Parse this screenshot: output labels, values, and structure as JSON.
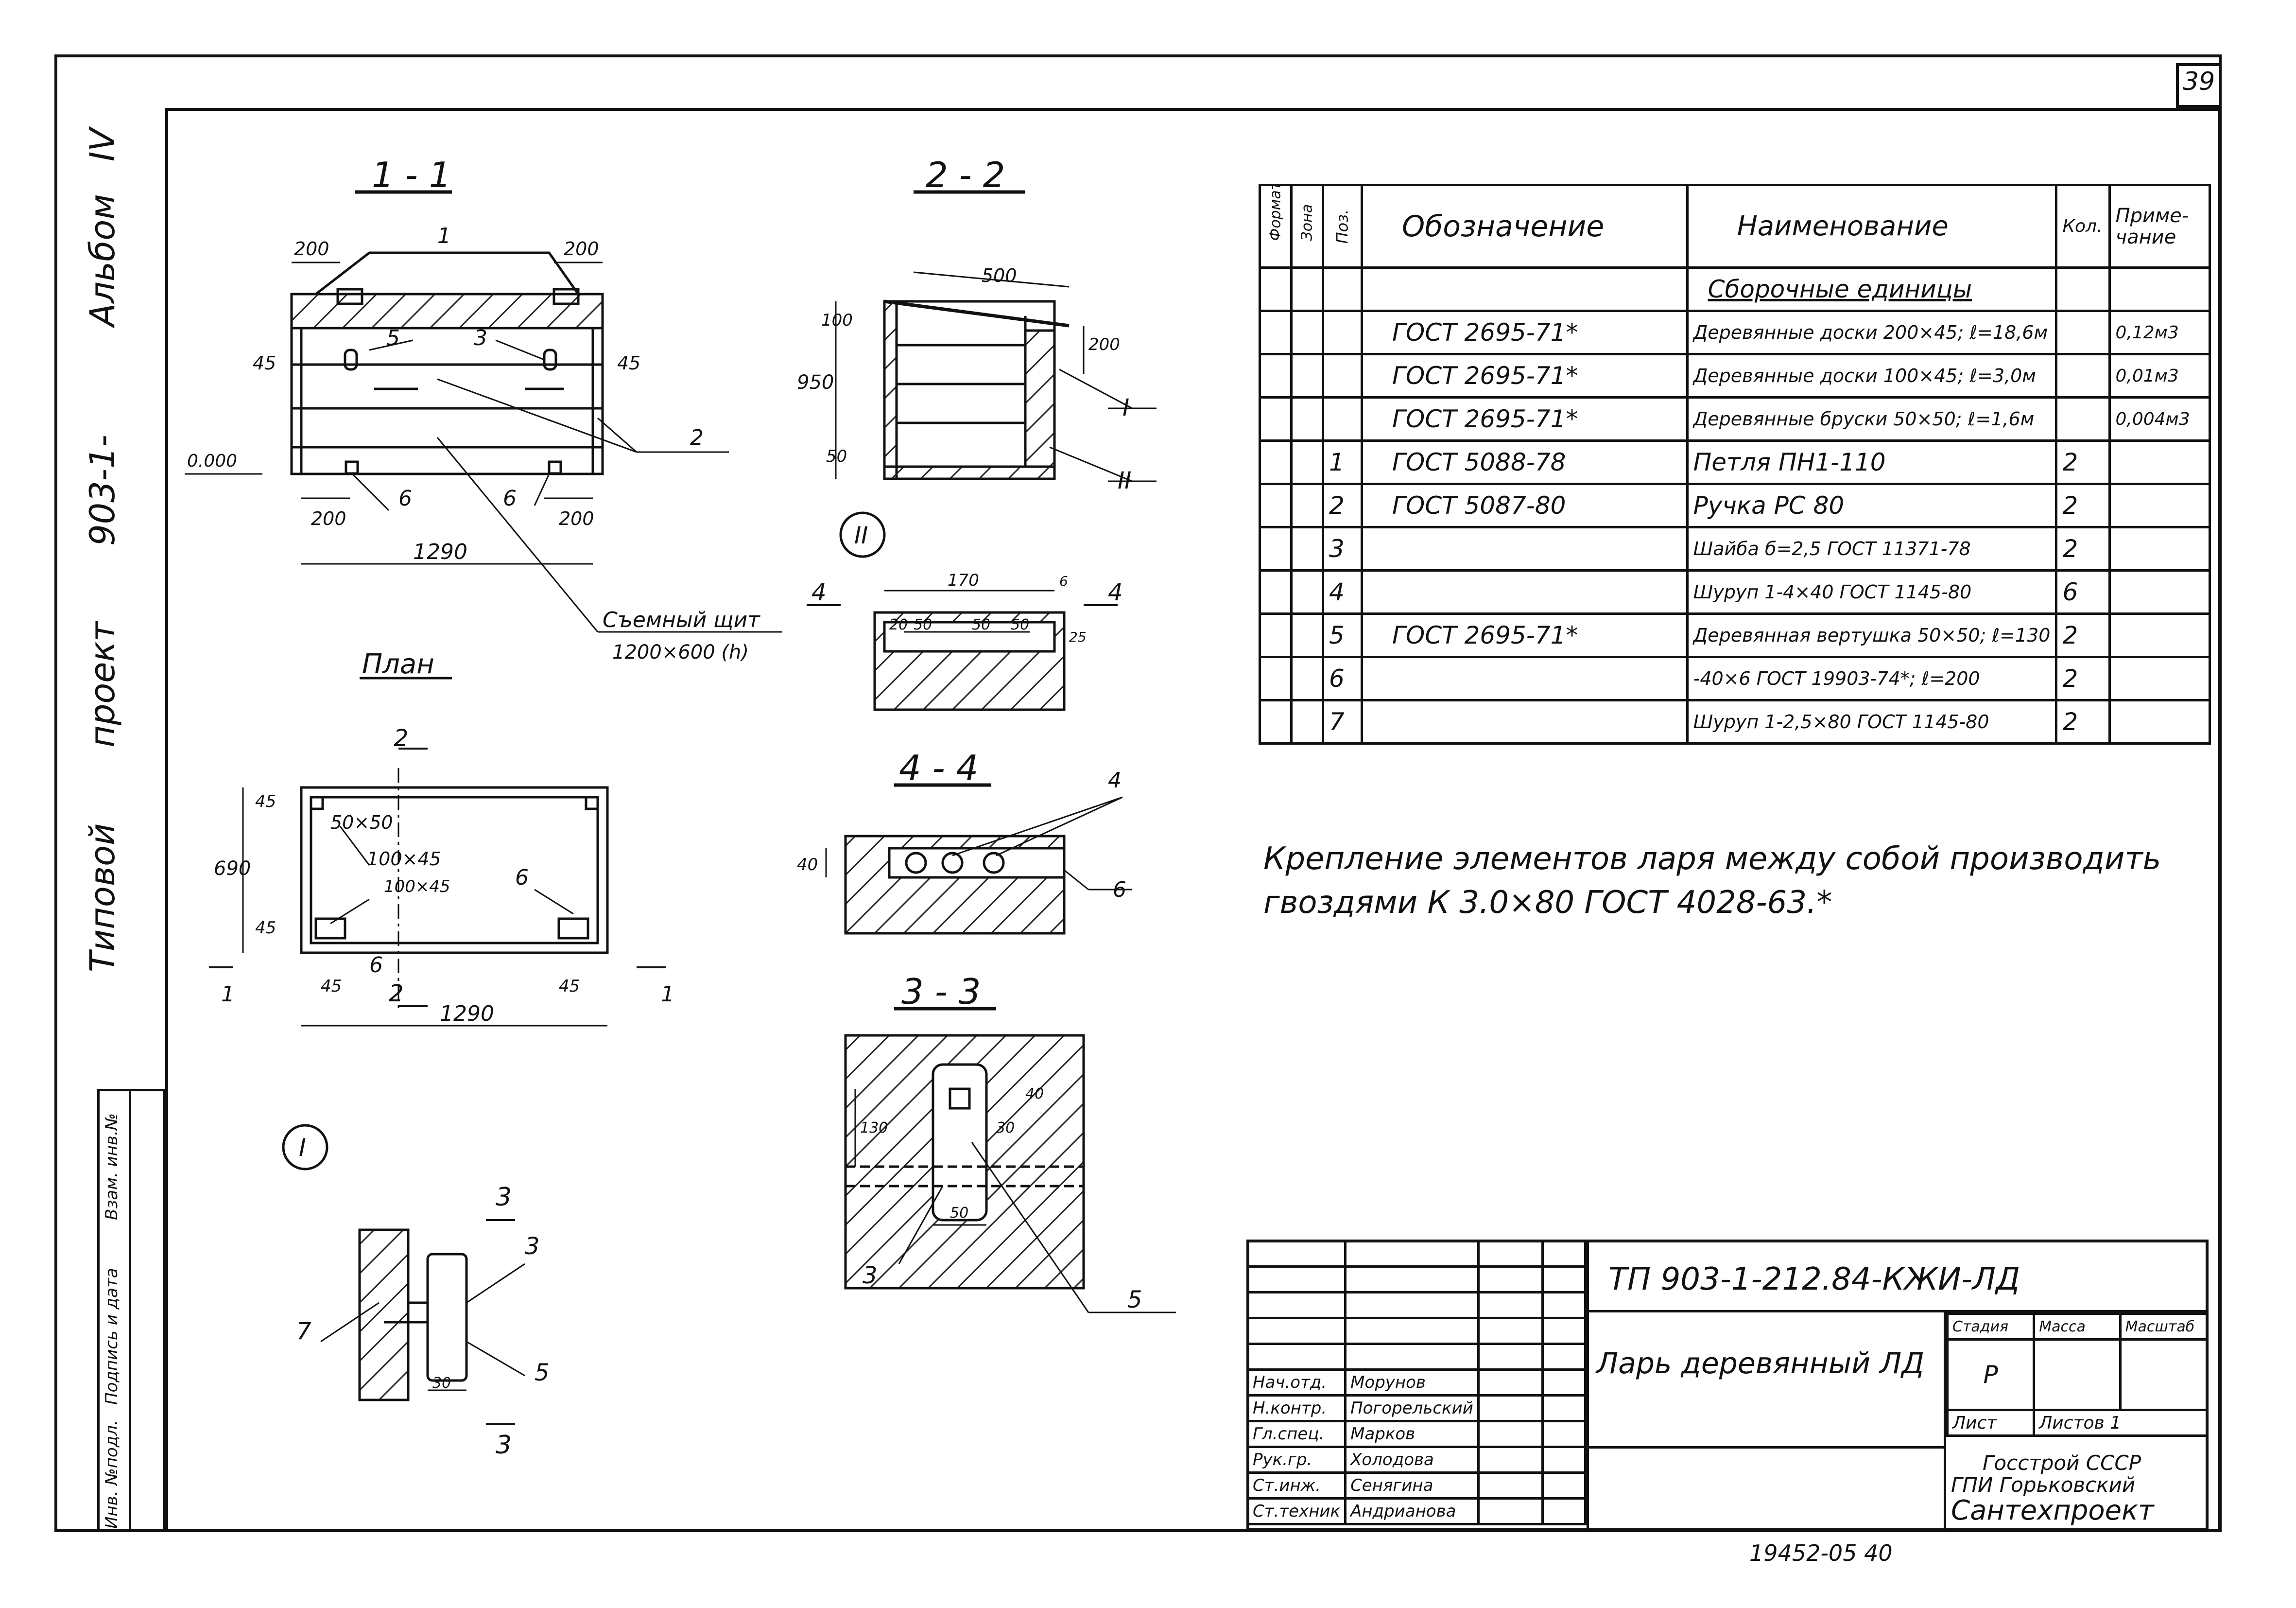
{
  "sheet": {
    "number": "39",
    "bottom_code": "19452-05  40",
    "side_title": [
      "Типовой",
      "проект",
      "903-1-",
      "Альбом",
      "IV"
    ],
    "inventory_labels": [
      "Инв. №подл.",
      "Подпись и дата",
      "Взам. инв.№"
    ]
  },
  "views": {
    "s11": {
      "title": "1 - 1",
      "dims": [
        "200",
        "200",
        "45",
        "45",
        "200",
        "200",
        "1290",
        "0.000"
      ],
      "callouts": [
        "1",
        "5",
        "3",
        "2",
        "6",
        "6"
      ],
      "panel_label": "Съемный щит",
      "panel_size": "1200×600 (h)"
    },
    "s22": {
      "title": "2 - 2",
      "dims": [
        "500",
        "100",
        "950",
        "200",
        "50"
      ],
      "callouts": [
        "I",
        "II"
      ]
    },
    "plan": {
      "title": "План",
      "dims": [
        "45",
        "690",
        "45",
        "45",
        "1290",
        "45"
      ],
      "labels": [
        "50×50",
        "100×45",
        "100×45"
      ],
      "callouts": [
        "2",
        "2",
        "6",
        "6",
        "1",
        "1"
      ]
    },
    "detail2": {
      "mark": "II",
      "dims": [
        "170",
        "6",
        "20",
        "50",
        "50",
        "50",
        "25"
      ],
      "cut": [
        "4",
        "4"
      ]
    },
    "s44": {
      "title": "4 - 4",
      "dims": [
        "40"
      ],
      "callouts": [
        "4",
        "6"
      ]
    },
    "s33": {
      "title": "3 - 3",
      "dims": [
        "130",
        "40",
        "30",
        "50"
      ],
      "callouts": [
        "3",
        "5"
      ]
    },
    "detail1": {
      "mark": "I",
      "dims": [
        "30"
      ],
      "callouts": [
        "3",
        "7",
        "5"
      ],
      "cut": [
        "3",
        "3"
      ]
    }
  },
  "spec": {
    "headers": [
      "Формат",
      "Зона",
      "Поз.",
      "Обозначение",
      "Наименование",
      "Кол.",
      "Приме-чание"
    ],
    "rows": [
      [
        "",
        "",
        "",
        "",
        "Сборочные единицы",
        "",
        ""
      ],
      [
        "",
        "",
        "",
        "ГОСТ 2695-71*",
        "Деревянные доски 200×45; ℓ=18,6м",
        "",
        "0,12м3"
      ],
      [
        "",
        "",
        "",
        "ГОСТ 2695-71*",
        "Деревянные доски 100×45; ℓ=3,0м",
        "",
        "0,01м3"
      ],
      [
        "",
        "",
        "",
        "ГОСТ 2695-71*",
        "Деревянные бруски 50×50; ℓ=1,6м",
        "",
        "0,004м3"
      ],
      [
        "",
        "",
        "1",
        "ГОСТ 5088-78",
        "Петля ПН1-110",
        "2",
        ""
      ],
      [
        "",
        "",
        "2",
        "ГОСТ 5087-80",
        "Ручка РС 80",
        "2",
        ""
      ],
      [
        "",
        "",
        "3",
        "",
        "Шайба б=2,5 ГОСТ 11371-78",
        "2",
        ""
      ],
      [
        "",
        "",
        "4",
        "",
        "Шуруп 1-4×40 ГОСТ 1145-80",
        "6",
        ""
      ],
      [
        "",
        "",
        "5",
        "ГОСТ 2695-71*",
        "Деревянная вертушка 50×50; ℓ=130",
        "2",
        ""
      ],
      [
        "",
        "",
        "6",
        "",
        "-40×6 ГОСТ 19903-74*; ℓ=200",
        "2",
        ""
      ],
      [
        "",
        "",
        "7",
        "",
        "Шуруп 1-2,5×80 ГОСТ 1145-80",
        "2",
        ""
      ]
    ]
  },
  "note": [
    "Крепление элементов ларя между собой производить",
    "гвоздями К 3.0×80 ГОСТ 4028-63.*"
  ],
  "stamp": {
    "code": "ТП 903-1-212.84-КЖИ-ЛД",
    "name": "Ларь деревянный ЛД",
    "stage_hdr": "Стадия",
    "mass_hdr": "Масса",
    "scale_hdr": "Масштаб",
    "stage": "Р",
    "sheet_lbl": "Лист",
    "sheets_lbl": "Листов 1",
    "org": [
      "Госстрой СССР",
      "ГПИ Горьковский",
      "Сантехпроект"
    ],
    "people": [
      [
        "Нач.отд.",
        "Морунов"
      ],
      [
        "Н.контр.",
        "Погорельский"
      ],
      [
        "Гл.спец.",
        "Марков"
      ],
      [
        "Рук.гр.",
        "Холодова"
      ],
      [
        "Ст.инж.",
        "Сенягина"
      ],
      [
        "Ст.техник",
        "Андрианова"
      ]
    ]
  }
}
